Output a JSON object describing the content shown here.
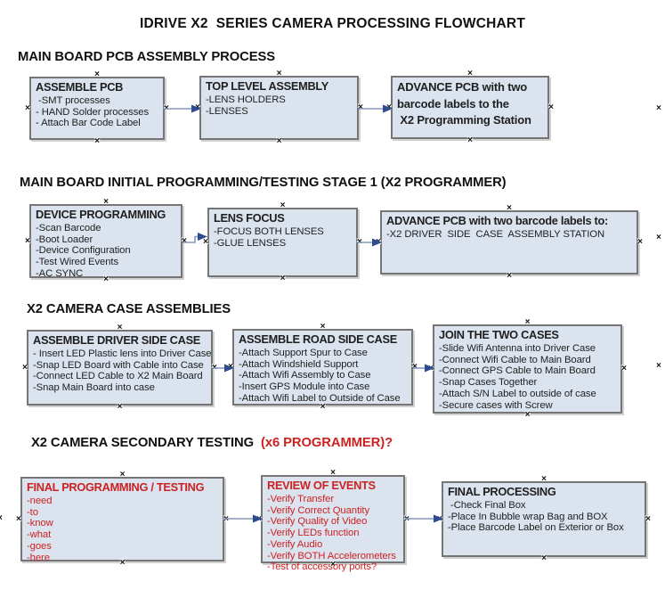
{
  "title": "IDRIVE X2  SERIES CAMERA PROCESSING FLOWCHART",
  "icons": {
    "connection_anchor": "×"
  },
  "colors": {
    "box_fill": "#dbe3ef",
    "box_border": "#757575",
    "text_black": "#1f1f1f",
    "text_red": "#cc2222",
    "arrow_line": "#8599c4",
    "arrow_head": "#2d4b8e"
  },
  "sections": [
    {
      "heading": "MAIN BOARD PCB ASSEMBLY PROCESS",
      "boxes": [
        {
          "title": "ASSEMBLE PCB",
          "items": [
            " -SMT processes",
            "- HAND Solder processes",
            "- Attach Bar Code Label"
          ]
        },
        {
          "title": "TOP LEVEL ASSEMBLY",
          "items": [
            "-LENS HOLDERS",
            "-LENSES"
          ]
        },
        {
          "items": [
            "ADVANCE PCB with two",
            "barcode labels to the",
            " X2 Programming Station"
          ]
        }
      ]
    },
    {
      "heading": "MAIN BOARD INITIAL PROGRAMMING/TESTING STAGE 1 (X2 PROGRAMMER)",
      "boxes": [
        {
          "title": "DEVICE PROGRAMMING",
          "items": [
            "-Scan Barcode",
            "-Boot Loader",
            "-Device Configuration",
            "-Test Wired Events",
            "-AC SYNC"
          ]
        },
        {
          "title": "LENS FOCUS",
          "items": [
            "-FOCUS BOTH LENSES",
            "-GLUE LENSES"
          ]
        },
        {
          "title": "ADVANCE PCB with two barcode labels to:",
          "items": [
            "-X2 DRIVER  SIDE  CASE  ASSEMBLY STATION"
          ]
        }
      ]
    },
    {
      "heading": "X2 CAMERA CASE ASSEMBLIES",
      "boxes": [
        {
          "title": "ASSEMBLE DRIVER SIDE CASE",
          "items": [
            "- Insert LED Plastic lens into Driver Case",
            "-Snap LED Board with Cable into Case",
            "-Connect LED Cable to X2 Main Board",
            "-Snap Main Board into case"
          ]
        },
        {
          "title": "ASSEMBLE ROAD SIDE CASE",
          "items": [
            "-Attach Support Spur to Case",
            "-Attach Windshield Support",
            "-Attach Wifi Assembly to Case",
            "-Insert GPS Module into Case",
            "-Attach Wifi Label to Outside of Case"
          ]
        },
        {
          "title": "JOIN THE TWO CASES",
          "items": [
            "-Slide Wifi Antenna into Driver Case",
            "-Connect Wifi Cable to Main Board",
            "-Connect GPS Cable to Main Board",
            "-Snap Cases Together",
            "-Attach S/N Label to outside of case",
            "-Secure cases with Screw"
          ]
        }
      ]
    },
    {
      "heading": "X2 CAMERA SECONDARY TESTING ",
      "heading_red": " (x6 PROGRAMMER)?",
      "boxes": [
        {
          "title": "FINAL PROGRAMMING / TESTING",
          "items": [
            "-need",
            "-to",
            "-know",
            "-what",
            "-goes",
            "-here"
          ]
        },
        {
          "title": "REVIEW OF EVENTS",
          "items": [
            "-Verify Transfer",
            "-Verify Correct Quantity",
            "-Verify Quality of Video",
            "-Verify LEDs function",
            "-Verify Audio",
            "-Verify BOTH Accelerometers",
            "-Test of accessory ports?"
          ]
        },
        {
          "title": "FINAL PROCESSING",
          "items": [
            " -Check Final Box",
            "-Place In Bubble wrap Bag and BOX",
            "-Place Barcode Label on Exterior or Box"
          ]
        }
      ]
    }
  ]
}
